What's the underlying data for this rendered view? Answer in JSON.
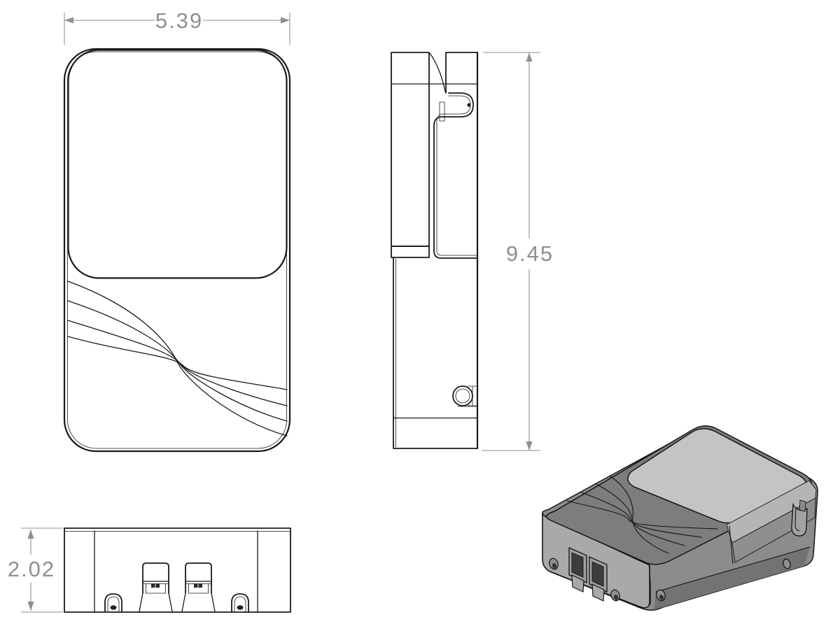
{
  "drawing": {
    "kind": "multiview-technical-drawing",
    "dimensions": {
      "width": {
        "value": "5.39"
      },
      "height": {
        "value": "9.45"
      },
      "depth": {
        "value": "2.02"
      }
    },
    "views": {
      "front": "front-view",
      "side": "side-view",
      "bottom": "bottom-view",
      "isometric": "isometric-view"
    },
    "colors": {
      "background": "#ffffff",
      "part_line": "#1a1a1a",
      "dimension": "#8f8f8f",
      "iso_body": "#8c8c8c",
      "iso_top_face": "#7d7d7d",
      "iso_screen": "#c4c4c4",
      "iso_left_face": "#a9a9a9",
      "iso_lower_band": "#737373",
      "iso_screen_edge": "#b5b5b5",
      "iso_mid_band": "#8f8f8f",
      "iso_slot_dark": "#3c3c3c"
    }
  }
}
